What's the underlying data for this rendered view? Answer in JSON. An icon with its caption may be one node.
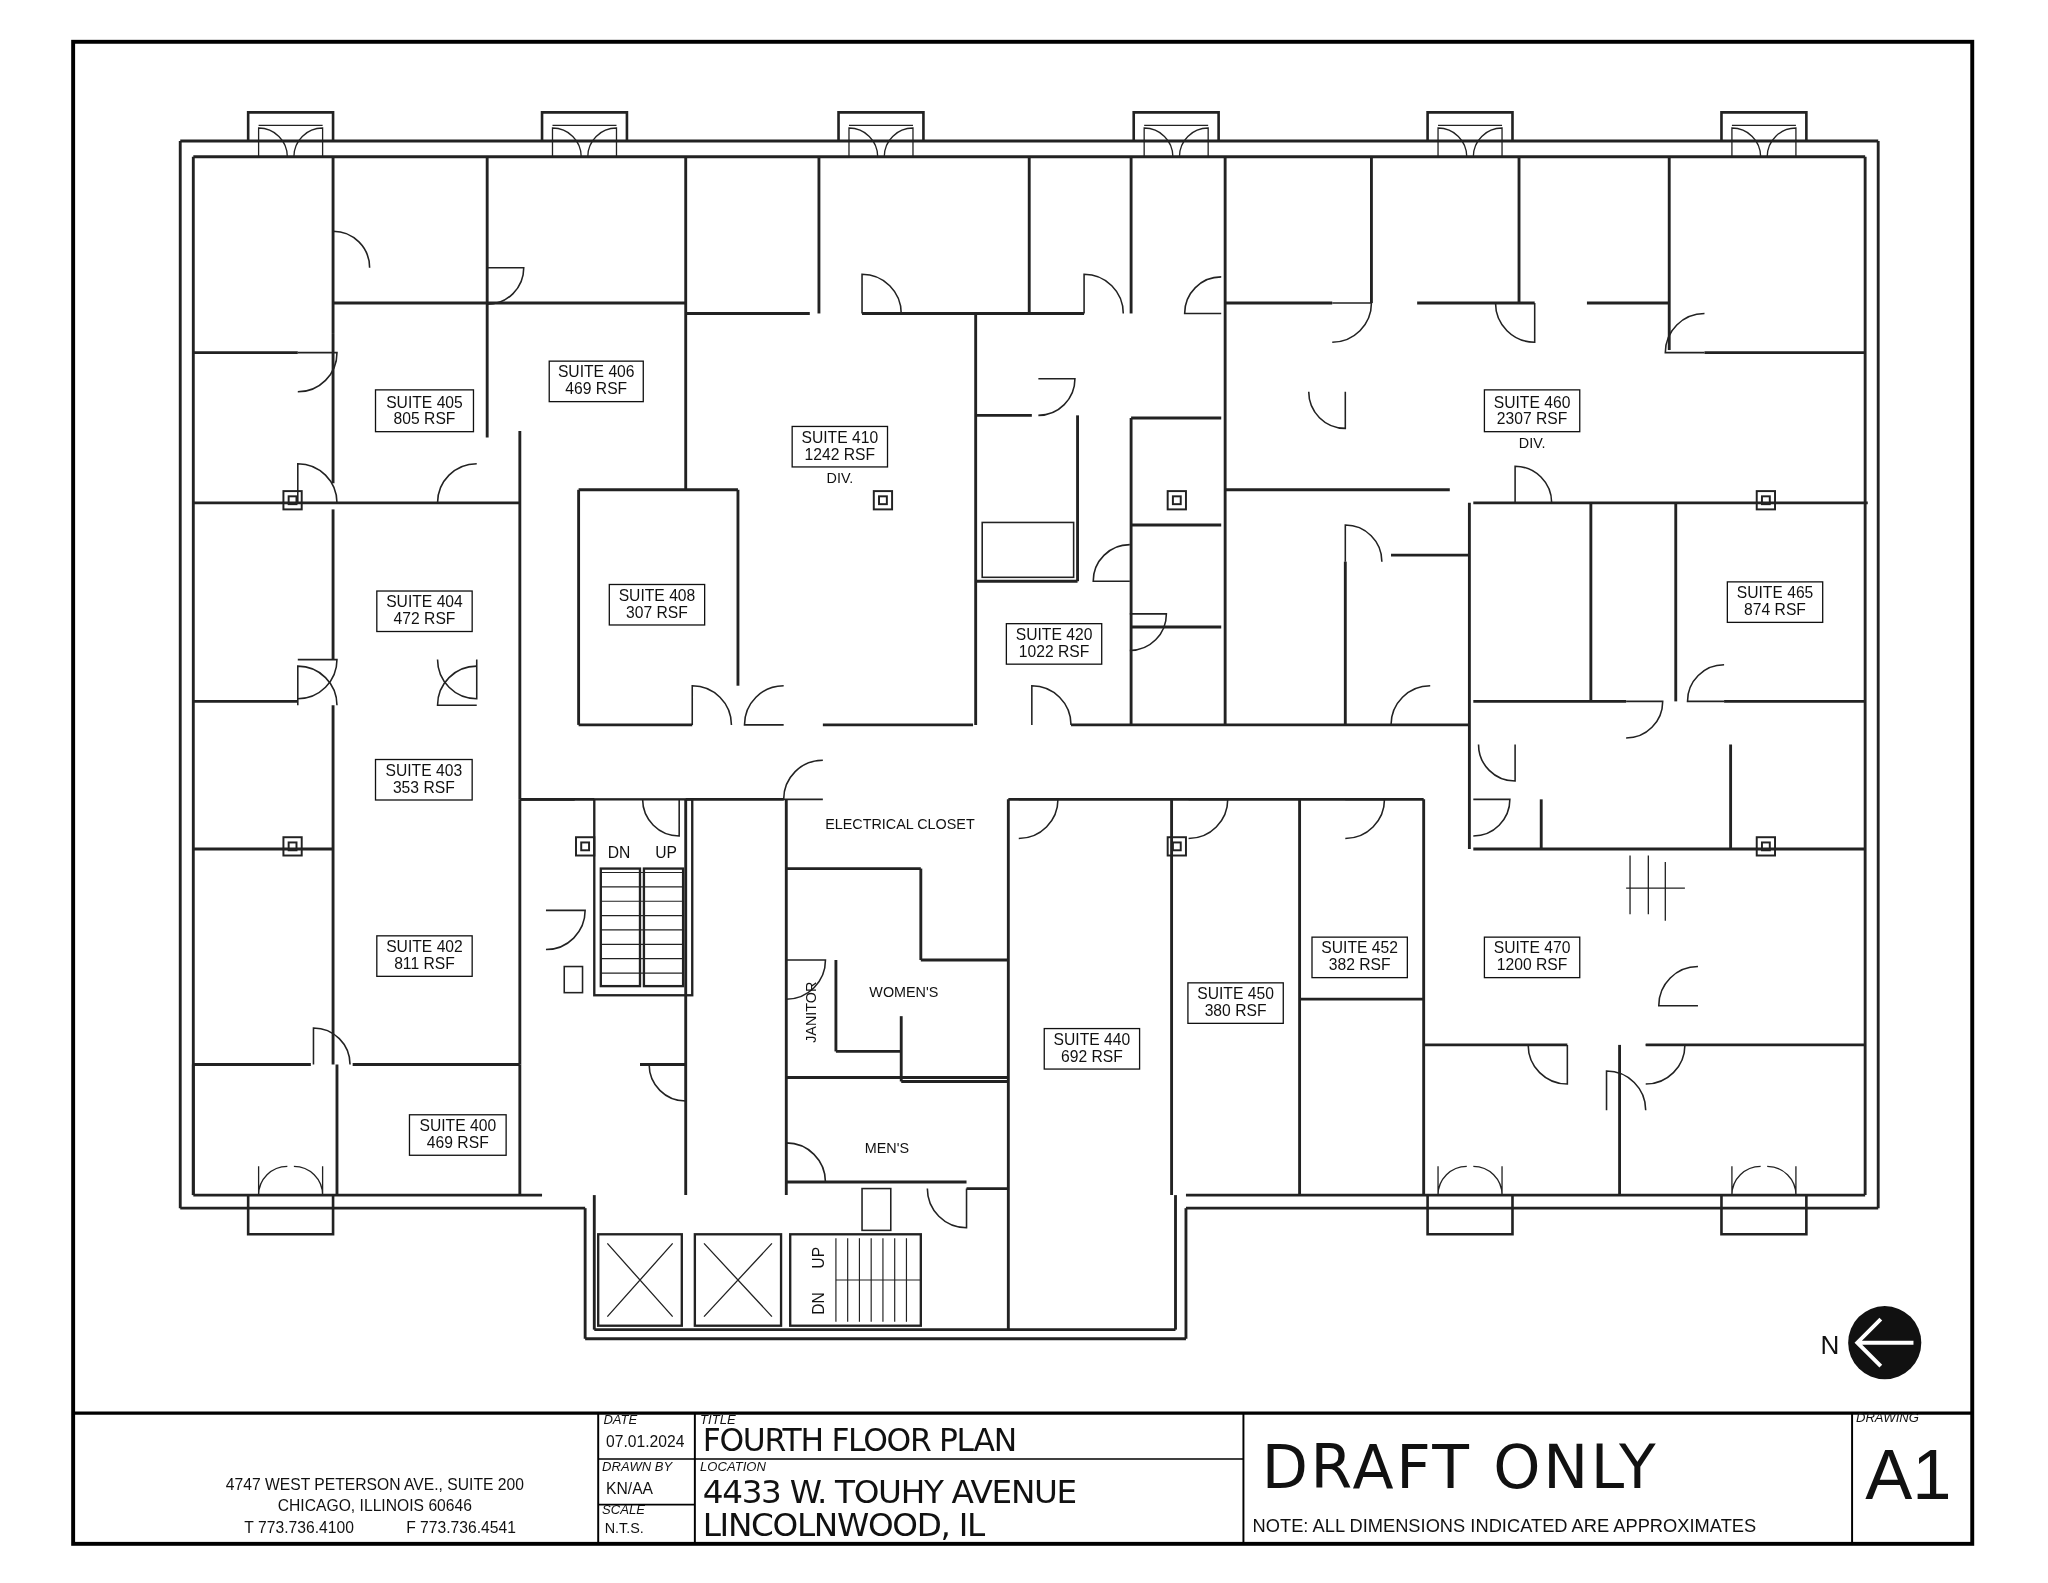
{
  "diagram": {
    "title": "FOURTH FLOOR PLAN",
    "nodes": [
      {
        "text": [
          "SUITE 406 469 RSF"
        ]
      },
      {
        "text": [
          "SUITE 405 805 RSF"
        ]
      },
      {
        "text": [
          "SUITE 460 2307 RSF"
        ],
        "beside": [
          "DIV."
        ]
      },
      {
        "text": [
          "SUITE 410 1242 RSF"
        ],
        "beside": [
          "DIV."
        ]
      },
      {
        "text": [
          "SUITE 465 874 RSF"
        ]
      },
      {
        "text": [
          "SUITE 408 307 RSF"
        ]
      },
      {
        "text": [
          "SUITE 404 472 RSF"
        ]
      },
      {
        "text": [
          "SUITE 420 1022 RSF"
        ]
      },
      {
        "text": [
          "SUITE 403 353 RSF"
        ]
      },
      {
        "text": [
          "SUITE 402 811 RSF"
        ]
      },
      {
        "text": [
          "SUITE 452 382 RSF"
        ]
      },
      {
        "text": [
          "SUITE 470 1200 RSF"
        ]
      },
      {
        "text": [
          "SUITE 450 380 RSF"
        ]
      },
      {
        "text": [
          "SUITE 440 692 RSF"
        ]
      },
      {
        "text": [
          "SUITE 400 469 RSF"
        ]
      }
    ],
    "edges": [],
    "labels": [
      "ELECTRICAL CLOSET",
      "DN",
      "UP",
      "WOMEN'S",
      "JANITOR",
      "MEN'S",
      "UP",
      "DN",
      "N",
      "4747 WEST PETERSON AVE., SUITE 200",
      "CHICAGO, ILLINOIS 60646",
      "T 773.736.4100",
      "F 773.736.4541",
      "DATE",
      "07.01.2024",
      "TITLE",
      "DRAWN BY",
      "KN/AA",
      "LOCATION",
      "4433 W. TOUHY AVENUE",
      "LINCOLNWOOD, IL",
      "SCALE",
      "N.T.S.",
      "DRAFT ONLY",
      "NOTE: ALL DIMENSIONS INDICATED ARE APPROXIMATES",
      "DRAWING",
      "A1"
    ]
  }
}
